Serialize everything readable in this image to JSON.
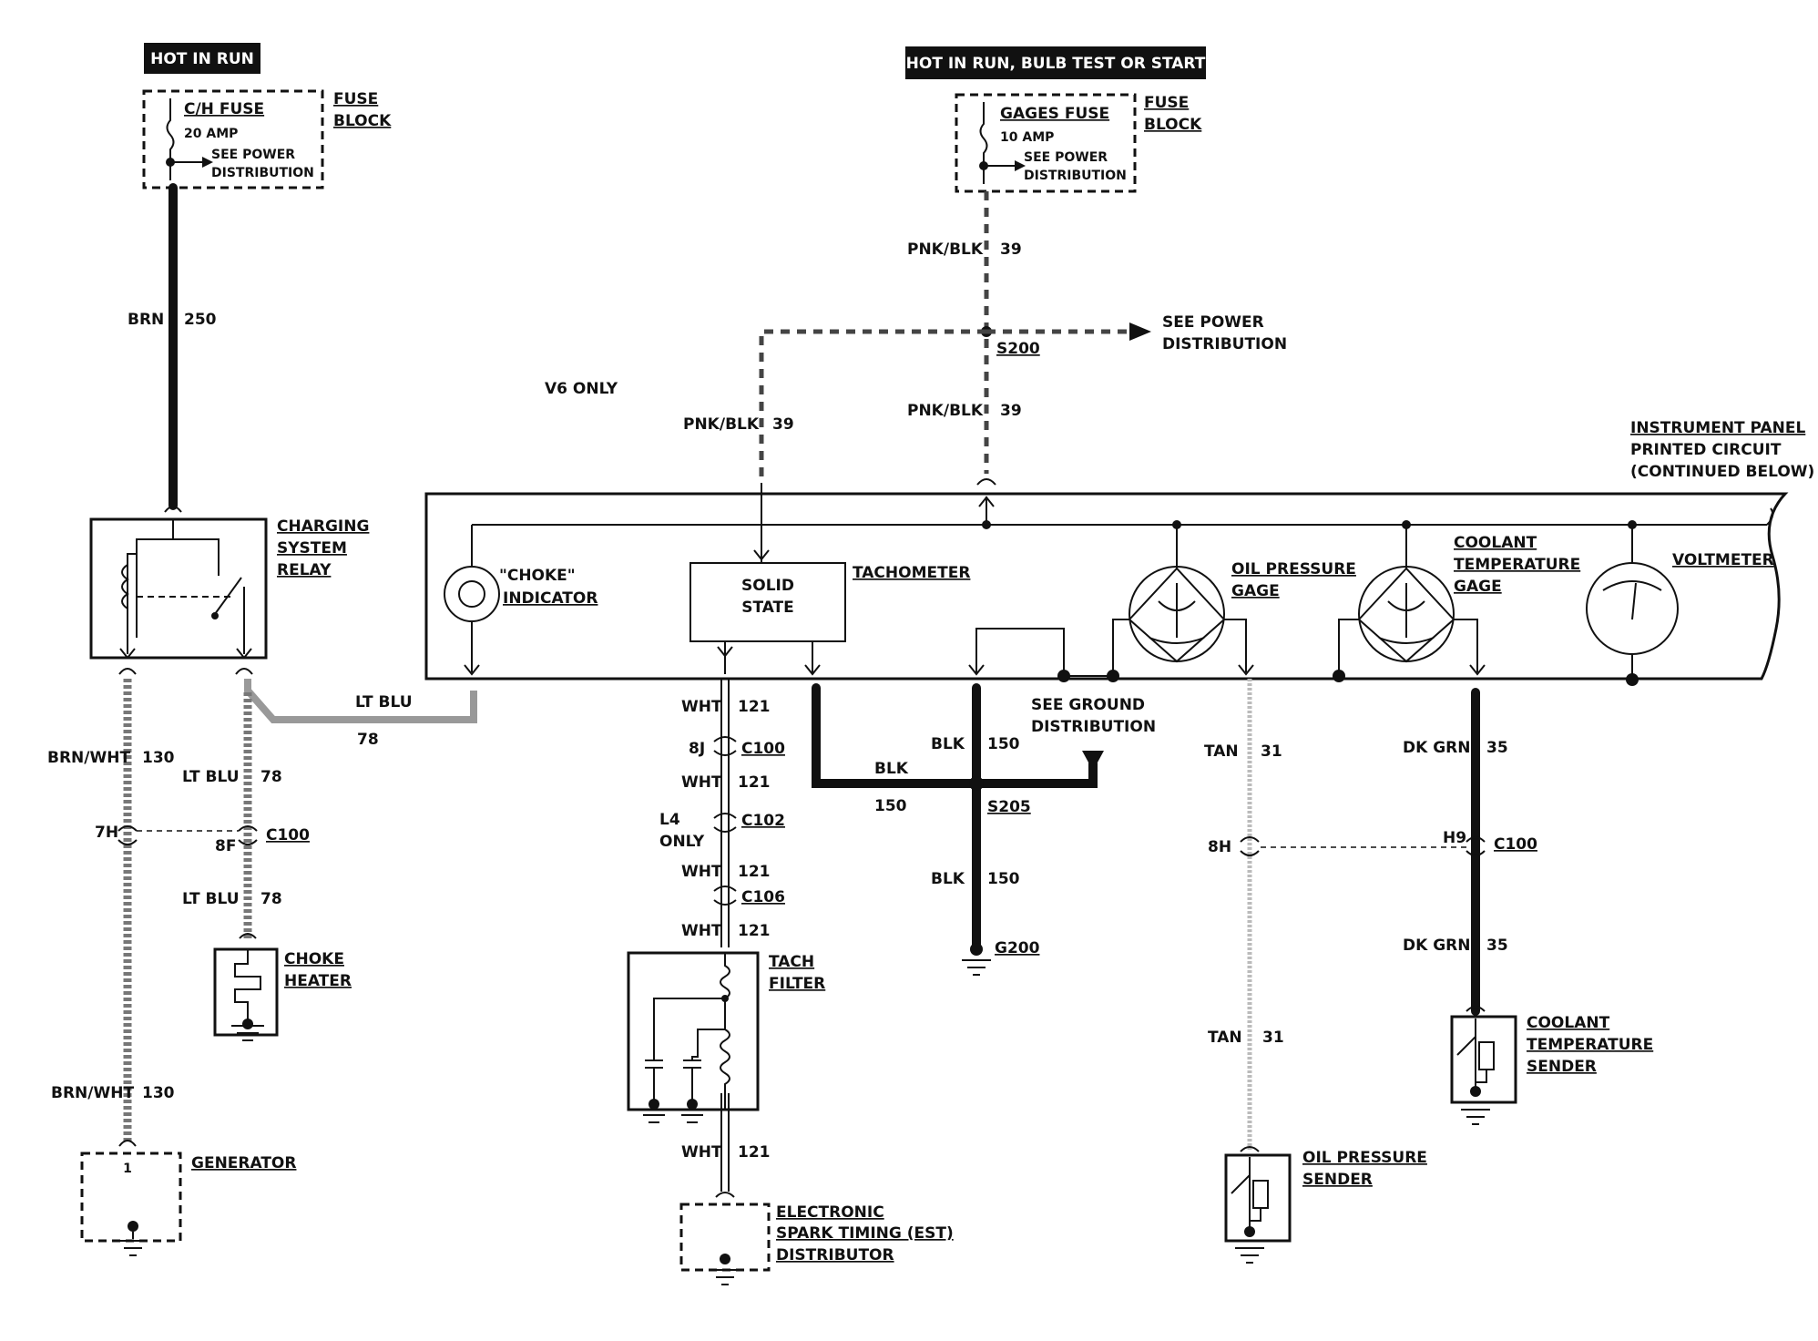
{
  "power": {
    "left_banner": "HOT IN RUN",
    "right_banner": "HOT IN RUN,  BULB TEST OR START"
  },
  "fuse_left": {
    "name": "C/H FUSE",
    "rating": "20 AMP",
    "note_1": "SEE POWER",
    "note_2": "DISTRIBUTION",
    "block_1": "FUSE",
    "block_2": "BLOCK"
  },
  "fuse_right": {
    "name": "GAGES FUSE",
    "rating": "10 AMP",
    "note_1": "SEE POWER",
    "note_2": "DISTRIBUTION",
    "block_1": "FUSE",
    "block_2": "BLOCK"
  },
  "wires": {
    "brn": "BRN",
    "w250": "250",
    "pnkblk_top": "PNK/BLK",
    "w39_top": "39",
    "pnkblk_mid": "PNK/BLK",
    "w39_mid": "39",
    "pnkblk_left": "PNK/BLK",
    "w39_left": "39",
    "s200": "S200",
    "see_power_1": "SEE POWER",
    "see_power_2": "DISTRIBUTION",
    "v6_only": "V6 ONLY",
    "ltblu_h": "LT BLU",
    "w78_h": "78",
    "brnwht_1": "BRN/WHT",
    "w130_1": "130",
    "ltblu_1": "LT BLU",
    "w78_1": "78",
    "c7h": "7H",
    "c8f": "8F",
    "c100_a": "C100",
    "ltblu_2": "LT BLU",
    "w78_2": "78",
    "brnwht_2": "BRN/WHT",
    "w130_2": "130",
    "wht_1": "WHT",
    "w121_1": "121",
    "c8j": "8J",
    "c100_b": "C100",
    "wht_2": "WHT",
    "w121_2": "121",
    "l4_1": "L4",
    "l4_2": "ONLY",
    "c102": "C102",
    "wht_3": "WHT",
    "w121_3": "121",
    "c106": "C106",
    "wht_4": "WHT",
    "w121_4": "121",
    "wht_5": "WHT",
    "w121_5": "121",
    "blk_1": "BLK",
    "w150_1": "150",
    "blk_2": "BLK",
    "w150_2": "150",
    "s205": "S205",
    "blk_3": "BLK",
    "w150_3": "150",
    "g200": "G200",
    "see_ground_1": "SEE GROUND",
    "see_ground_2": "DISTRIBUTION",
    "tan_1": "TAN",
    "w31_1": "31",
    "c8h": "8H",
    "ch9": "H9",
    "c100_c": "C100",
    "tan_2": "TAN",
    "w31_2": "31",
    "dkgrn_1": "DK GRN",
    "w35_1": "35",
    "dkgrn_2": "DK GRN",
    "w35_2": "35"
  },
  "components": {
    "relay_1": "CHARGING",
    "relay_2": "SYSTEM",
    "relay_3": "RELAY",
    "choke_ind_1": "\"CHOKE\"",
    "choke_ind_2": "INDICATOR",
    "solid_1": "SOLID",
    "solid_2": "STATE",
    "tachometer": "TACHOMETER",
    "oil_gage_1": "OIL PRESSURE",
    "oil_gage_2": "GAGE",
    "cool_gage_1": "COOLANT",
    "cool_gage_2": "TEMPERATURE",
    "cool_gage_3": "GAGE",
    "voltmeter": "VOLTMETER",
    "ipc_1": "INSTRUMENT PANEL",
    "ipc_2": "PRINTED CIRCUIT",
    "ipc_3": "(CONTINUED BELOW)",
    "choke_heater_1": "CHOKE",
    "choke_heater_2": "HEATER",
    "generator": "GENERATOR",
    "gen_pin": "1",
    "tach_filter_1": "TACH",
    "tach_filter_2": "FILTER",
    "est_1": "ELECTRONIC",
    "est_2": "SPARK TIMING (EST)",
    "est_3": "DISTRIBUTOR",
    "oil_sender_1": "OIL PRESSURE",
    "oil_sender_2": "SENDER",
    "cool_sender_1": "COOLANT",
    "cool_sender_2": "TEMPERATURE",
    "cool_sender_3": "SENDER"
  }
}
